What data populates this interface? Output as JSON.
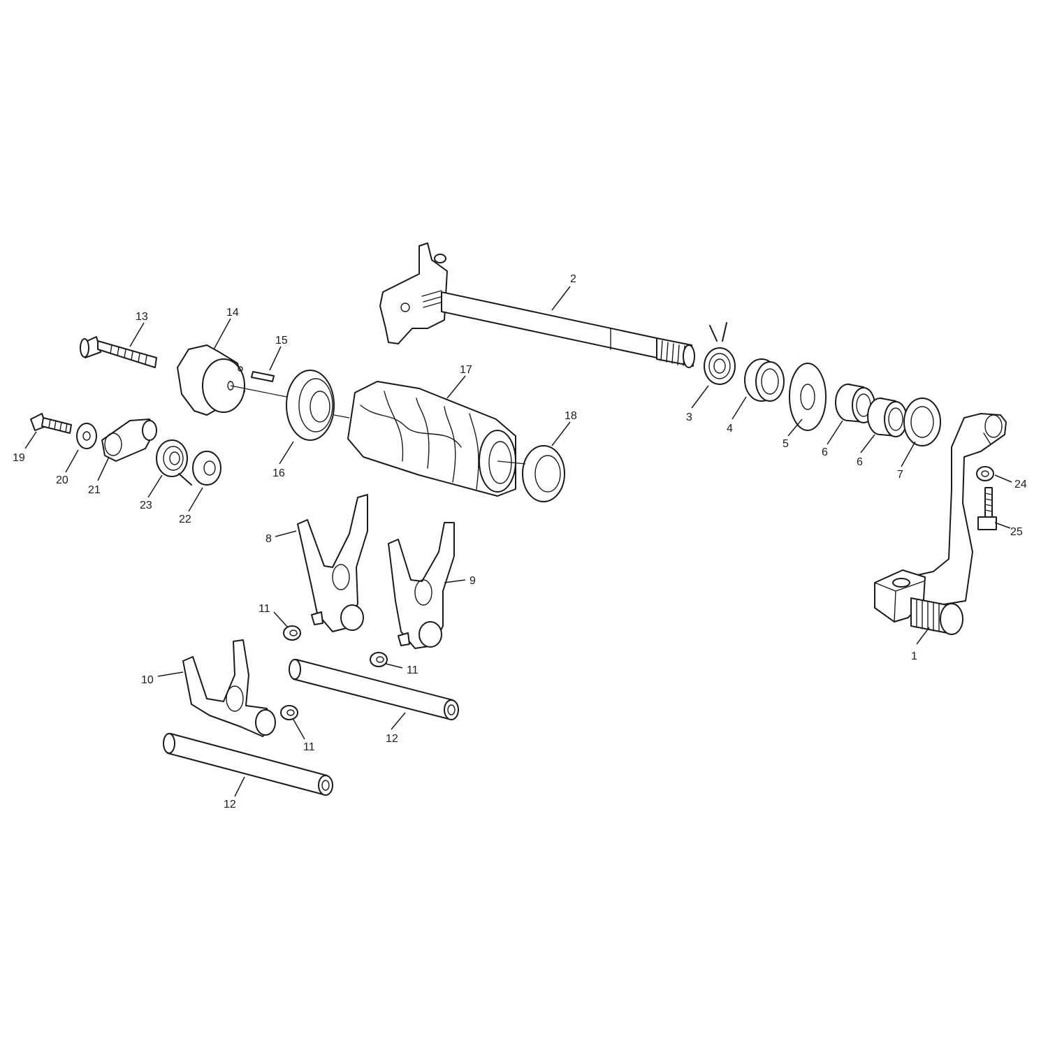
{
  "callouts": [
    {
      "label": "1"
    },
    {
      "label": "2"
    },
    {
      "label": "3"
    },
    {
      "label": "4"
    },
    {
      "label": "5"
    },
    {
      "label": "6"
    },
    {
      "label": "6"
    },
    {
      "label": "7"
    },
    {
      "label": "8"
    },
    {
      "label": "9"
    },
    {
      "label": "10"
    },
    {
      "label": "11"
    },
    {
      "label": "11"
    },
    {
      "label": "11"
    },
    {
      "label": "12"
    },
    {
      "label": "12"
    },
    {
      "label": "13"
    },
    {
      "label": "14"
    },
    {
      "label": "15"
    },
    {
      "label": "16"
    },
    {
      "label": "17"
    },
    {
      "label": "18"
    },
    {
      "label": "19"
    },
    {
      "label": "20"
    },
    {
      "label": "21"
    },
    {
      "label": "22"
    },
    {
      "label": "23"
    },
    {
      "label": "24"
    },
    {
      "label": "25"
    }
  ],
  "colors": {
    "line": "#1a1a1a",
    "background": "#ffffff"
  }
}
